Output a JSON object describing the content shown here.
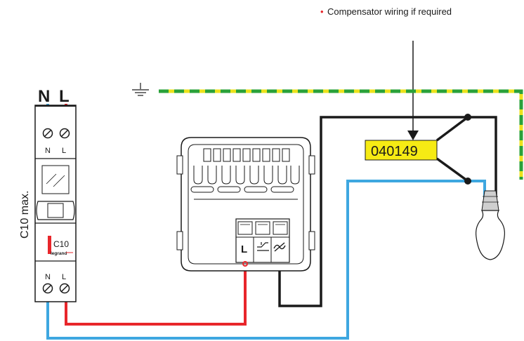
{
  "note": {
    "bullet": "•",
    "text": "Compensator wiring if required"
  },
  "breaker": {
    "top_terminals": {
      "n": "N",
      "l": "L"
    },
    "top_small": {
      "n": "N",
      "l": "L"
    },
    "rating": "C10",
    "brand": "legrand",
    "bottom_small": {
      "n": "N",
      "l": "L"
    },
    "side_label": "C10 max."
  },
  "dimmer": {
    "terminal_l": "L"
  },
  "compensator": {
    "code": "040149"
  },
  "colors": {
    "live": "#e8262b",
    "neutral": "#3ea7e0",
    "switched": "#1a1a1a",
    "earth_green": "#2aa13a",
    "earth_yellow": "#ece21c",
    "compensator_fill": "#f6eb14",
    "note_bullet": "#e8262b"
  },
  "icons": {
    "earth": "earth-ground-icon",
    "lamp": "light-bulb-icon",
    "screw": "screw-terminal-icon",
    "dim_symbol": "dimmer-symbol-icon",
    "tilde": "tilde-symbol-icon"
  }
}
